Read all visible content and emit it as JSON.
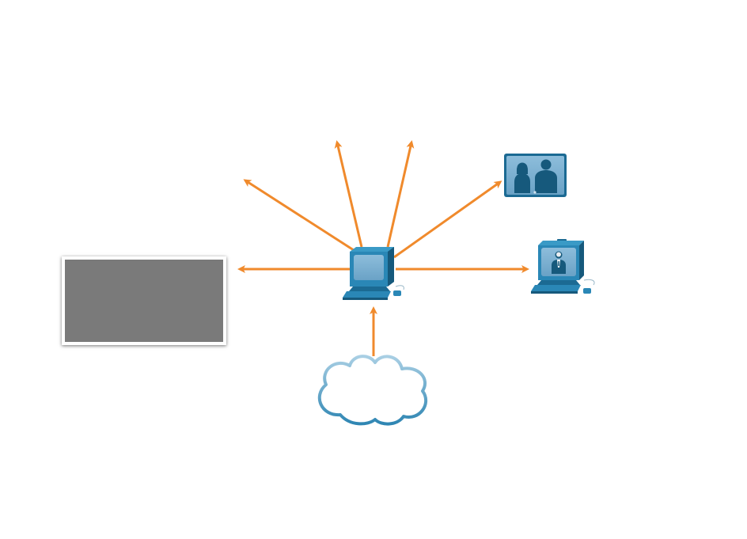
{
  "colors": {
    "arrow": "#f08a2c",
    "device_dark": "#1b6a93",
    "device_mid": "#2a87b6",
    "screen_light": "#7fb1d2",
    "cloud_stroke_dark": "#2d86b4",
    "cloud_stroke_light": "#9ec8e0",
    "panel_gray": "#7a7a7a"
  },
  "diagram": {
    "nodes": [
      {
        "id": "source-workstation",
        "icon": "workstation-icon"
      },
      {
        "id": "video-display",
        "icon": "video-conference-screen-icon"
      },
      {
        "id": "video-workstation",
        "icon": "video-phone-workstation-icon"
      },
      {
        "id": "internet",
        "icon": "cloud-icon"
      },
      {
        "id": "placeholder-panel",
        "icon": "gray-panel"
      }
    ],
    "edges": [
      {
        "from": "internet",
        "to": "source-workstation"
      },
      {
        "from": "source-workstation",
        "to": "placeholder-panel"
      },
      {
        "from": "source-workstation",
        "to": "upper-left"
      },
      {
        "from": "source-workstation",
        "to": "up-left"
      },
      {
        "from": "source-workstation",
        "to": "up-right"
      },
      {
        "from": "source-workstation",
        "to": "video-display"
      },
      {
        "from": "source-workstation",
        "to": "video-workstation"
      }
    ]
  }
}
